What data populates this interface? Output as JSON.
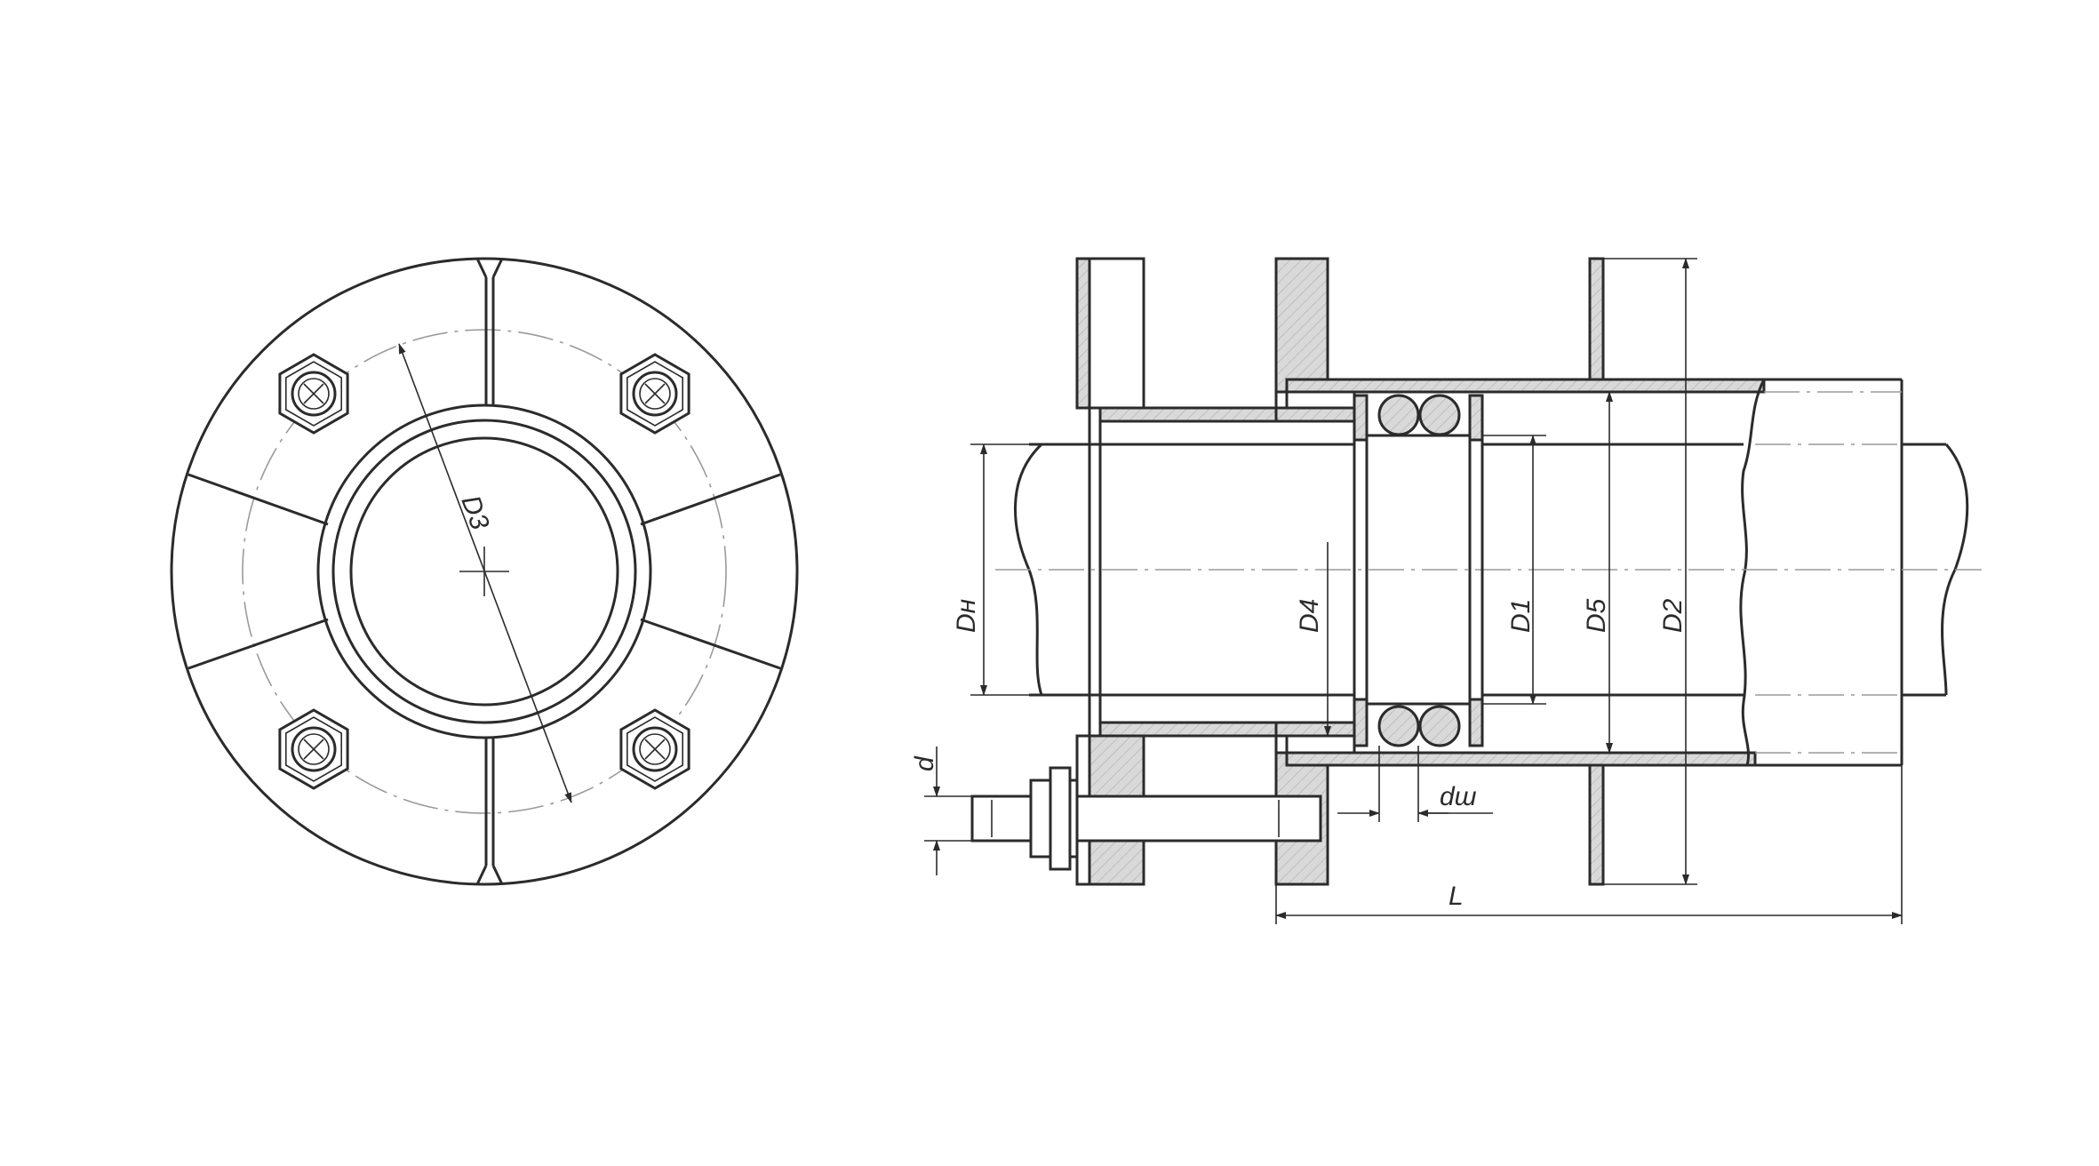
{
  "labels": {
    "d3": "D3",
    "dn": "Dн",
    "d4": "D4",
    "d1": "D1",
    "d5": "D5",
    "d2": "D2",
    "d": "d",
    "dsh": "dш",
    "l": "L"
  },
  "colors": {
    "line": "#2b2b2b",
    "hatch_fill": "#d9d9d9",
    "axis": "#9a9a9a",
    "background": "#ffffff"
  }
}
